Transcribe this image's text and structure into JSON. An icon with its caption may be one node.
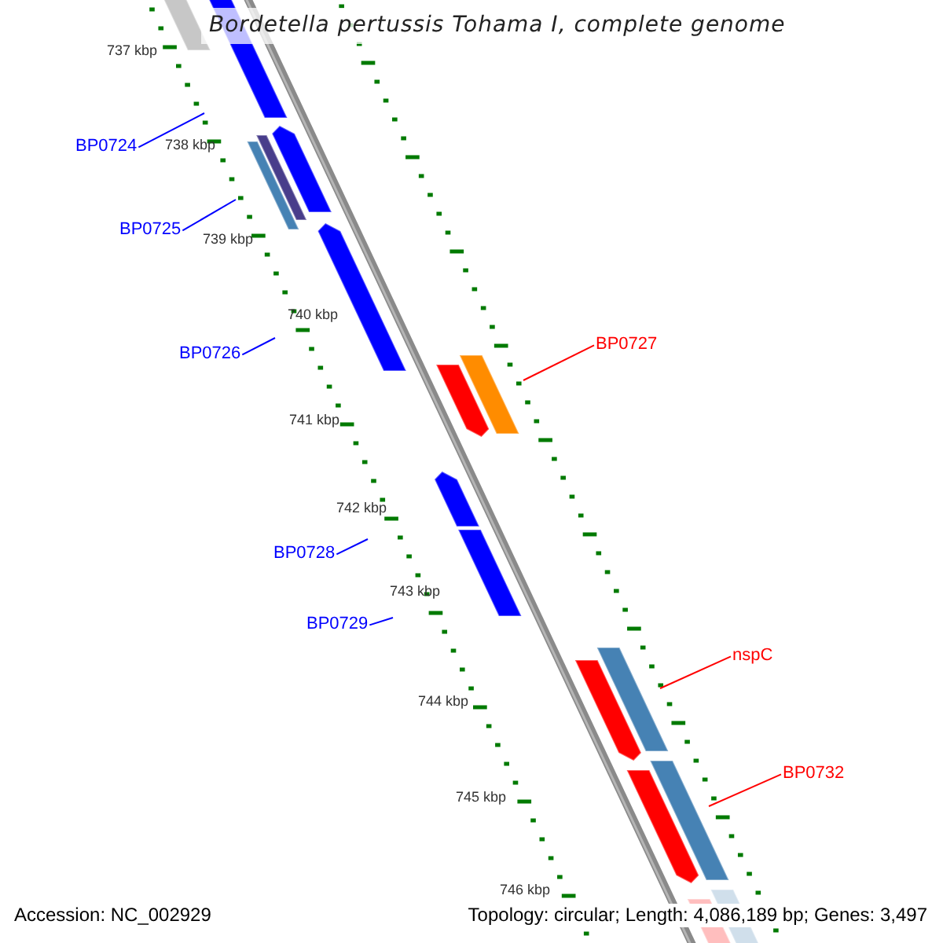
{
  "diagram": {
    "title": "Bordetella pertussis Tohama I, complete genome",
    "nodes": [
      {
        "text": [
          "BP0724"
        ]
      },
      {
        "text": [
          "BP0725"
        ]
      },
      {
        "text": [
          "BP0727"
        ]
      },
      {
        "text": [
          "BP0726"
        ]
      },
      {
        "text": [
          "BP0728"
        ]
      },
      {
        "text": [
          "BP0729"
        ]
      },
      {
        "text": [
          "nspC"
        ]
      },
      {
        "text": [
          "BP0732"
        ]
      }
    ],
    "edges": [
      {
        "from": 0,
        "to": null,
        "arrow": "none"
      },
      {
        "from": 1,
        "to": null,
        "arrow": "none"
      },
      {
        "from": 2,
        "to": null,
        "arrow": "none",
        "color": "#ff0000"
      },
      {
        "from": 3,
        "to": null,
        "arrow": "none"
      },
      {
        "from": 4,
        "to": null,
        "arrow": "none"
      },
      {
        "from": 5,
        "to": null,
        "arrow": "none"
      },
      {
        "from": 6,
        "to": null,
        "arrow": "none",
        "color": "#ff0000"
      },
      {
        "from": 7,
        "to": null,
        "arrow": "none",
        "color": "#ff0000"
      }
    ],
    "labels": [
      "737 kbp",
      "738 kbp",
      "739 kbp",
      "740 kbp",
      "741 kbp",
      "742 kbp",
      "743 kbp",
      "744 kbp",
      "745 kbp",
      "746 kbp",
      "Accession: NC_002929",
      "Topology: circular; Length: 4,086,189 bp; Genes: 3,497"
    ]
  }
}
